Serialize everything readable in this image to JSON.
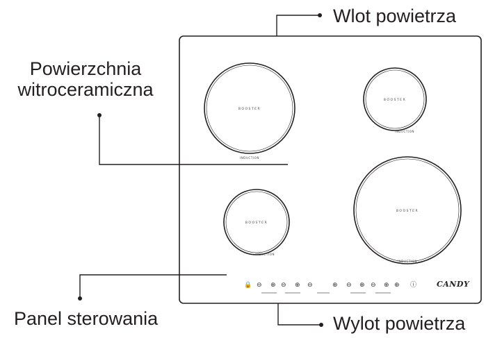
{
  "labels": {
    "air_inlet": "Wlot powietrza",
    "surface_line1": "Powierzchnia",
    "surface_line2": "witroceramiczna",
    "control_panel": "Panel sterowania",
    "air_outlet": "Wylot powietrza"
  },
  "hob": {
    "zone_text": "BOOSTER",
    "ring_text": "INDUCTION",
    "brand": "CANDY",
    "controls": {
      "lock": "🔒",
      "minus": "⊖",
      "plus": "⊕",
      "timer": "⊕",
      "power": "ⓘ"
    }
  },
  "colors": {
    "line": "#231f20",
    "text": "#231f20"
  }
}
